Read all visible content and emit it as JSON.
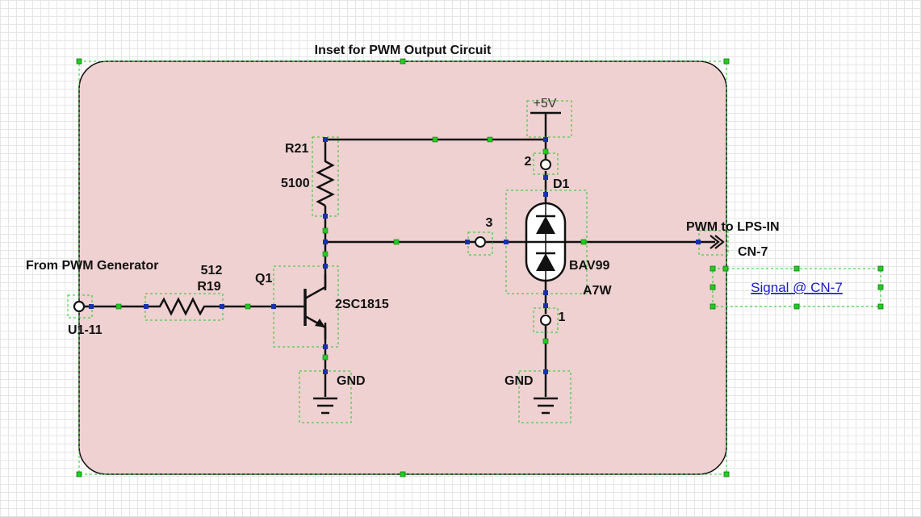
{
  "inset": {
    "title": "Inset for PWM Output Circuit",
    "background_color": "#efd1d1"
  },
  "input": {
    "label": "From PWM Generator",
    "pin": "U1-11"
  },
  "resistor_r19": {
    "ref": "R19",
    "value": "512"
  },
  "resistor_r21": {
    "ref": "R21",
    "value": "5100"
  },
  "transistor": {
    "ref": "Q1",
    "part": "2SC1815"
  },
  "diode": {
    "ref": "D1",
    "part": "BAV99",
    "marking": "A7W",
    "pin_top": "2",
    "pin_middle": "3",
    "pin_bottom": "1"
  },
  "supply": {
    "label": "+5V"
  },
  "grounds": {
    "left": "GND",
    "right": "GND"
  },
  "output": {
    "label": "PWM to LPS-IN",
    "connector": "CN-7"
  },
  "probe": {
    "link_text": "Signal @ CN-7"
  },
  "colors": {
    "wire": "#111111",
    "selection": "#22cc22",
    "node": "#1b2fb0",
    "link": "#1a1acc"
  },
  "icons": [
    "resistor-icon",
    "npn-transistor-icon",
    "dual-diode-icon",
    "ground-icon",
    "power-supply-icon",
    "connector-arrow-icon"
  ]
}
